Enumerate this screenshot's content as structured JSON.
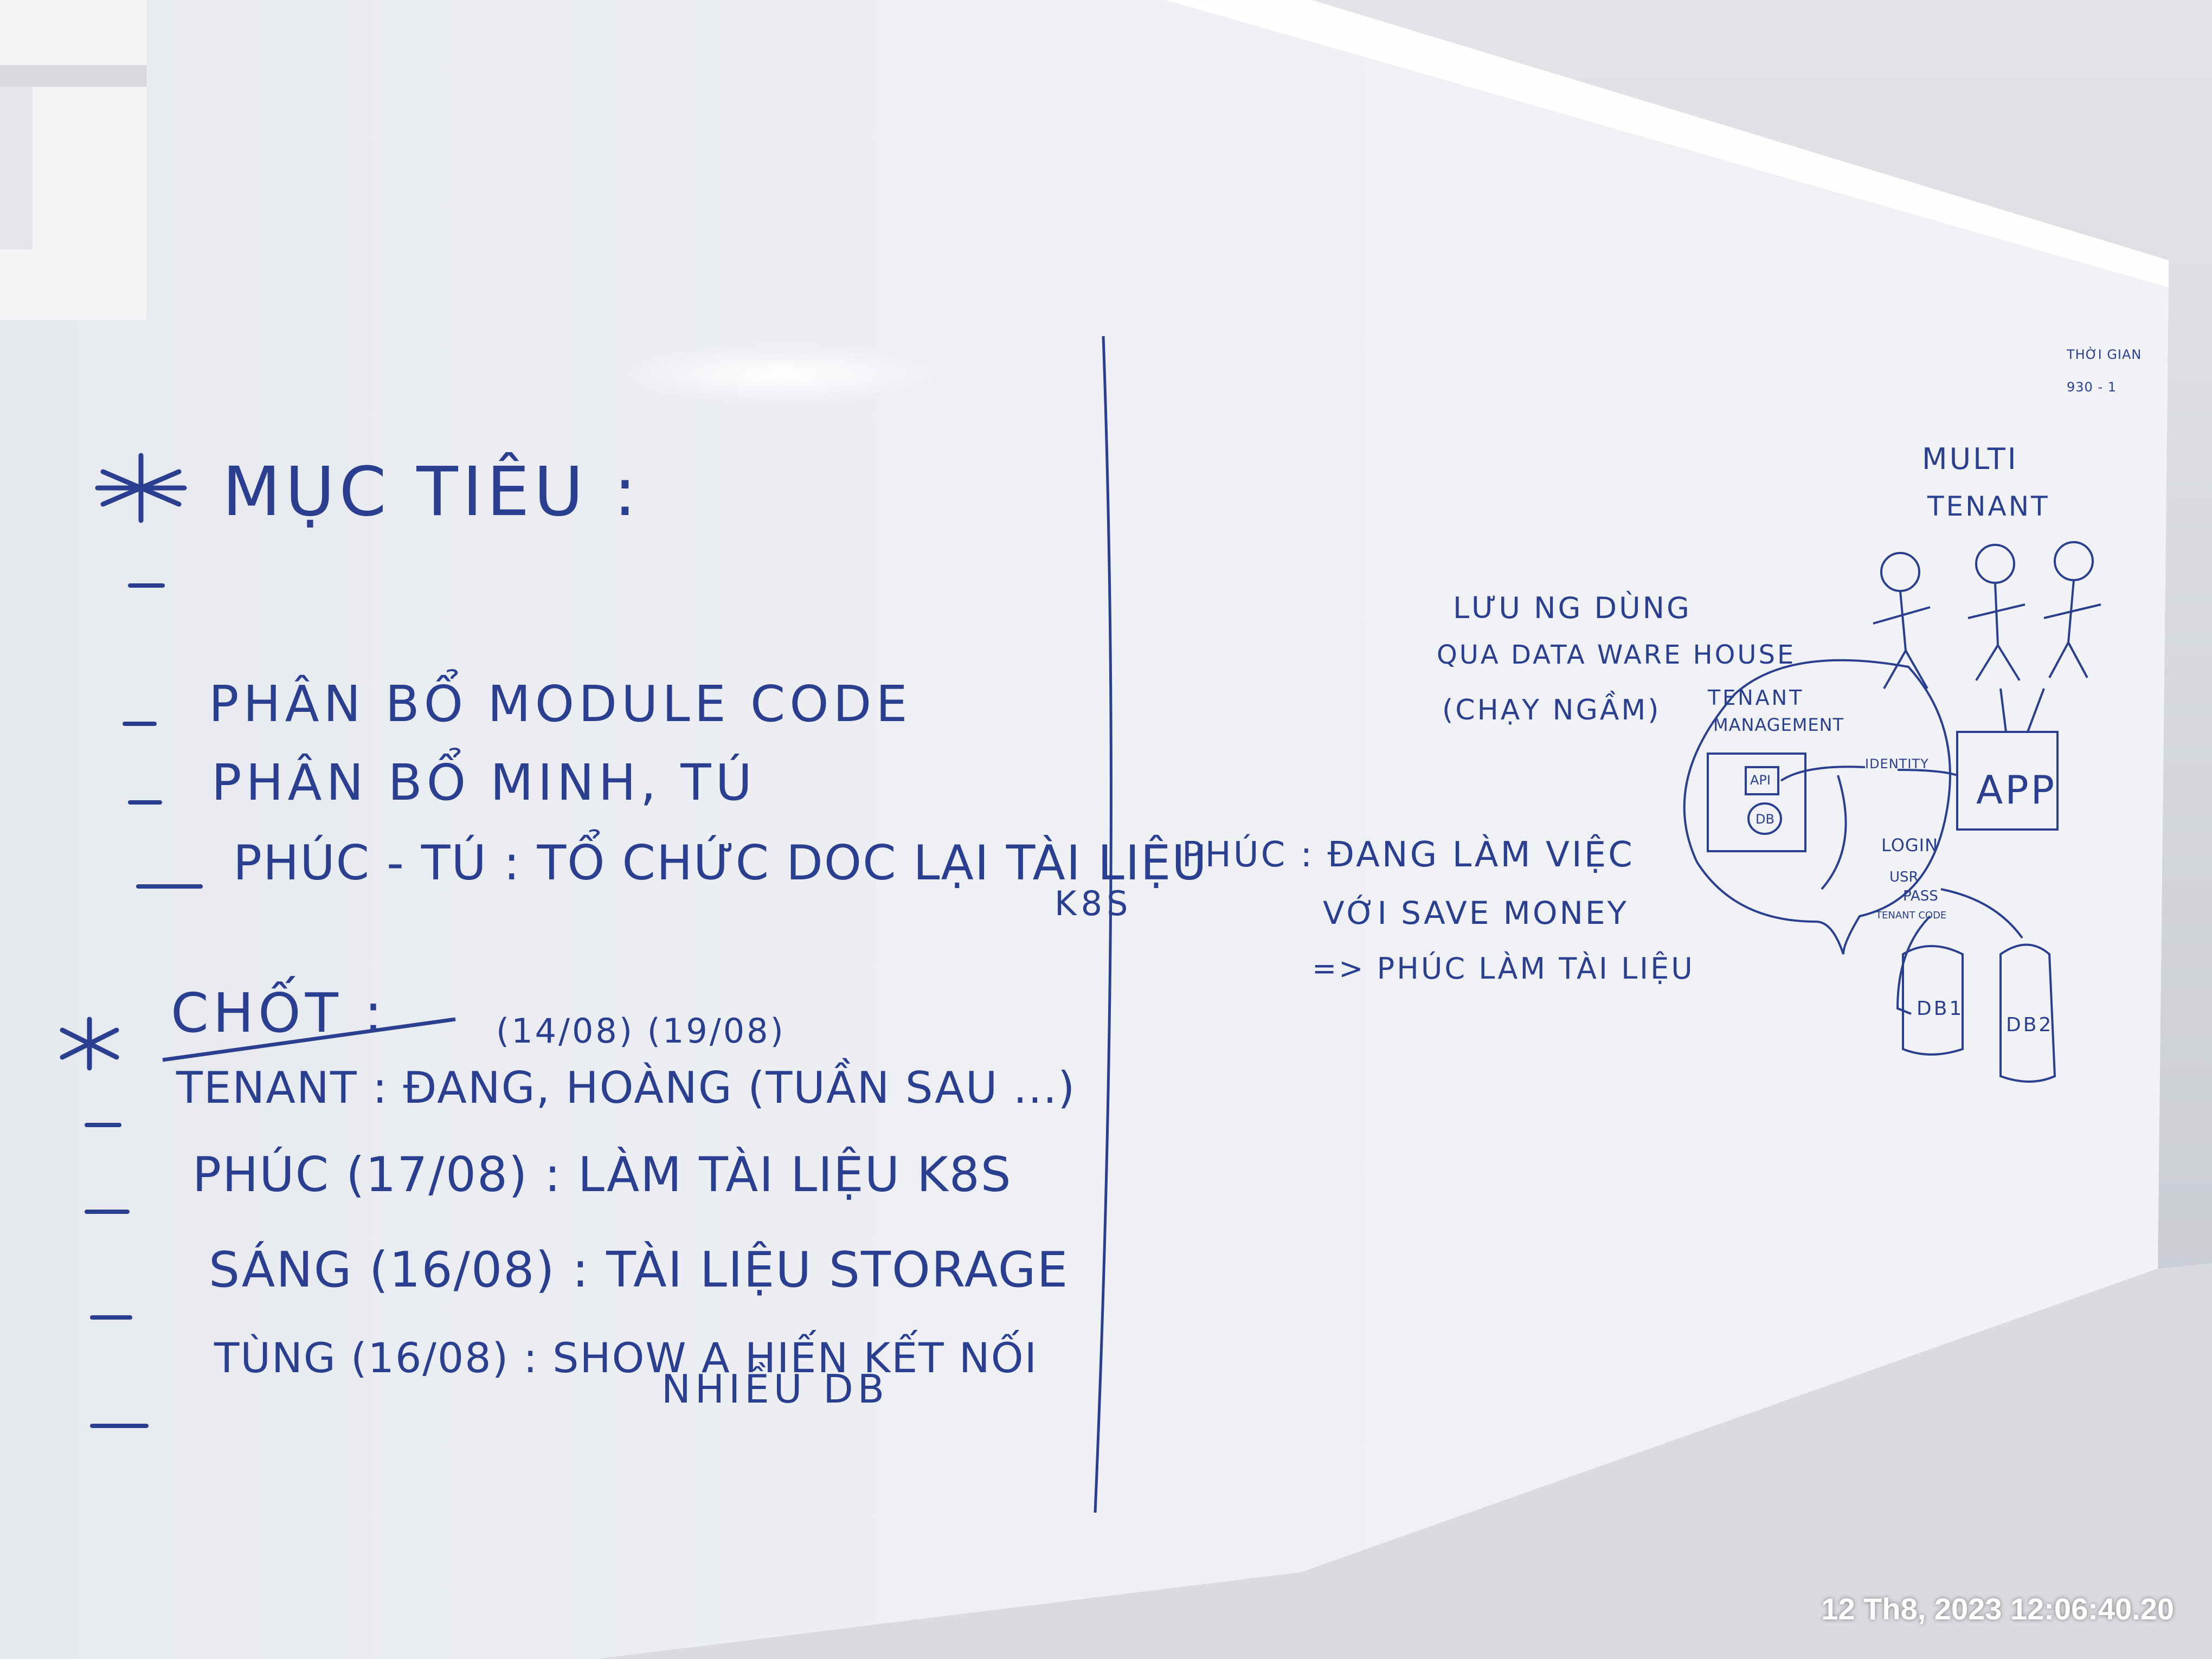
{
  "left": {
    "goal_title": "MỤC TIÊU :",
    "goal_items": [
      "PHÂN BỔ MODULE CODE",
      "PHÂN BỔ MINH, TÚ",
      "PHÚC - TÚ : TỔ CHỨC DOC LẠI TÀI LIỆU"
    ],
    "goal_item_3_tail": "K8S",
    "decision_title": "CHỐT :",
    "dates_tenant": "(14/08)   (19/08)",
    "decision_items": [
      "TENANT : ĐANG, HOÀNG (TUẦN SAU ...)",
      "PHÚC (17/08) : LÀM TÀI LIỆU K8S",
      "SÁNG (16/08) : TÀI LIỆU STORAGE",
      "TÙNG (16/08) : SHOW A HIẾN KẾT NỐI"
    ],
    "decision_item_4_tail": "NHIỀU DB"
  },
  "right": {
    "note_lines": [
      "LƯU NG DÙNG",
      "QUA DATA WARE HOUSE",
      "(CHẠY NGẦM)"
    ],
    "phuc_lines": [
      "PHÚC : ĐANG LÀM VIỆC",
      "VỚI SAVE MONEY",
      "=> PHÚC LÀM TÀI LIỆU"
    ],
    "diagram": {
      "title_line1": "MULTI",
      "title_line2": "TENANT",
      "mgmt_line1": "TENANT",
      "mgmt_line2": "MANAGEMENT",
      "api": "API",
      "db": "DB",
      "identity": "IDENTITY",
      "app": "APP",
      "login": "LOGIN",
      "usr": "USR",
      "pass": "PASS",
      "tenant_code": "TENANT CODE",
      "db1": "DB1",
      "db2": "DB2"
    },
    "corner_note": [
      "THỜI GIAN",
      "930 - 1"
    ]
  },
  "timestamp": "12 Th8, 2023 12:06:40.20",
  "colors": {
    "marker": "#2a3f8f",
    "board": "#eef0f4",
    "wall": "#c9ccd2"
  }
}
